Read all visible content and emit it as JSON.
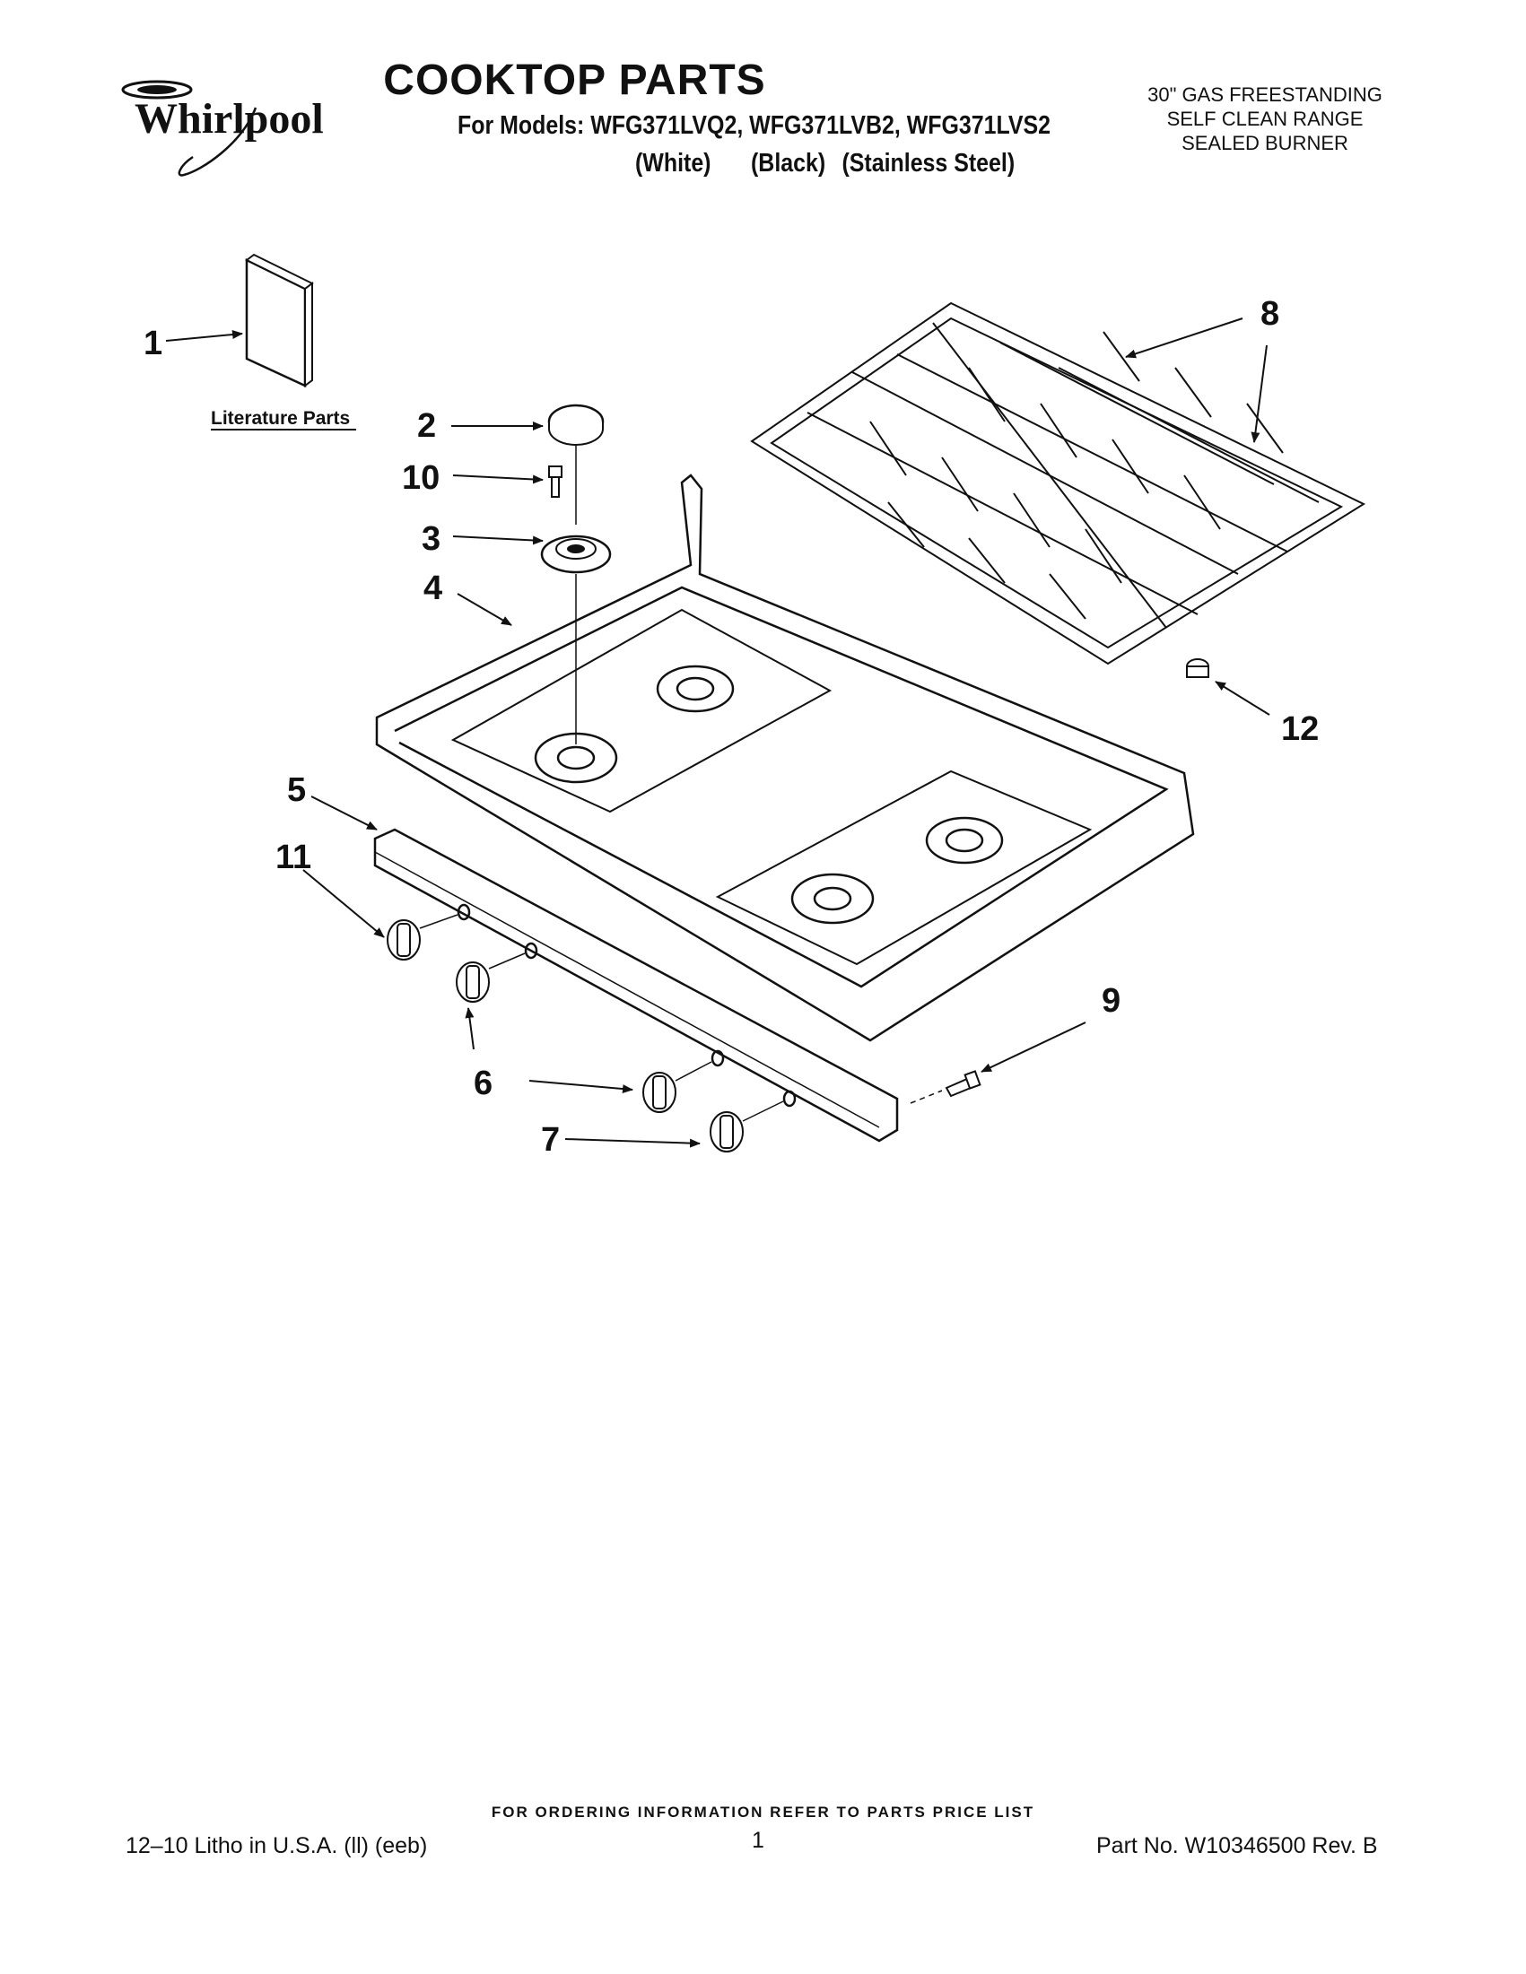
{
  "header": {
    "brand": "Whirlpool",
    "title": "COOKTOP PARTS",
    "models_line": "For Models: WFG371LVQ2, WFG371LVB2, WFG371LVS2",
    "colors": [
      "(White)",
      "(Black)",
      "(Stainless Steel)"
    ],
    "description": [
      "30\" GAS FREESTANDING",
      "SELF CLEAN RANGE",
      "SEALED BURNER"
    ]
  },
  "diagram": {
    "literature_label": "Literature Parts",
    "callouts": [
      "1",
      "2",
      "10",
      "3",
      "4",
      "8",
      "12",
      "5",
      "11",
      "6",
      "7",
      "9"
    ]
  },
  "footer": {
    "ordering_note": "FOR ORDERING INFORMATION REFER TO PARTS PRICE LIST",
    "litho": "12–10 Litho in U.S.A. (ll) (eeb)",
    "page_number": "1",
    "part_number": "Part No. W10346500 Rev. B"
  }
}
